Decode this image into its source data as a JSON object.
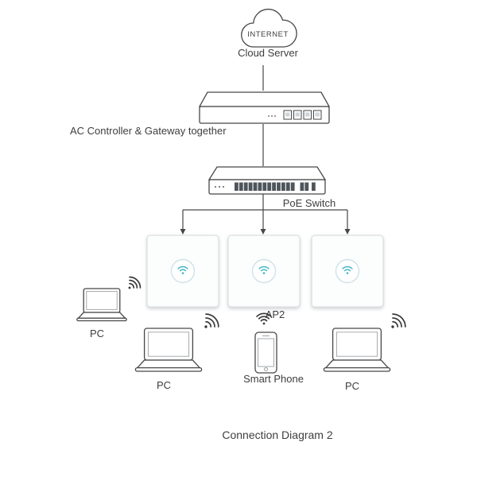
{
  "diagram": {
    "cloud": {
      "title": "INTERNET",
      "caption": "Cloud Server"
    },
    "controller": {
      "label": "AC Controller & Gateway together"
    },
    "switch": {
      "label": "PoE Switch"
    },
    "ap": {
      "label": "AP2"
    },
    "clients": {
      "pc_left": "PC",
      "pc_middle": "PC",
      "pc_right": "PC",
      "phone": "Smart Phone"
    },
    "caption": "Connection Diagram 2",
    "colors": {
      "accent_teal": "#45b6c6",
      "stroke": "#474747",
      "panel_border": "#dce0e2"
    }
  }
}
